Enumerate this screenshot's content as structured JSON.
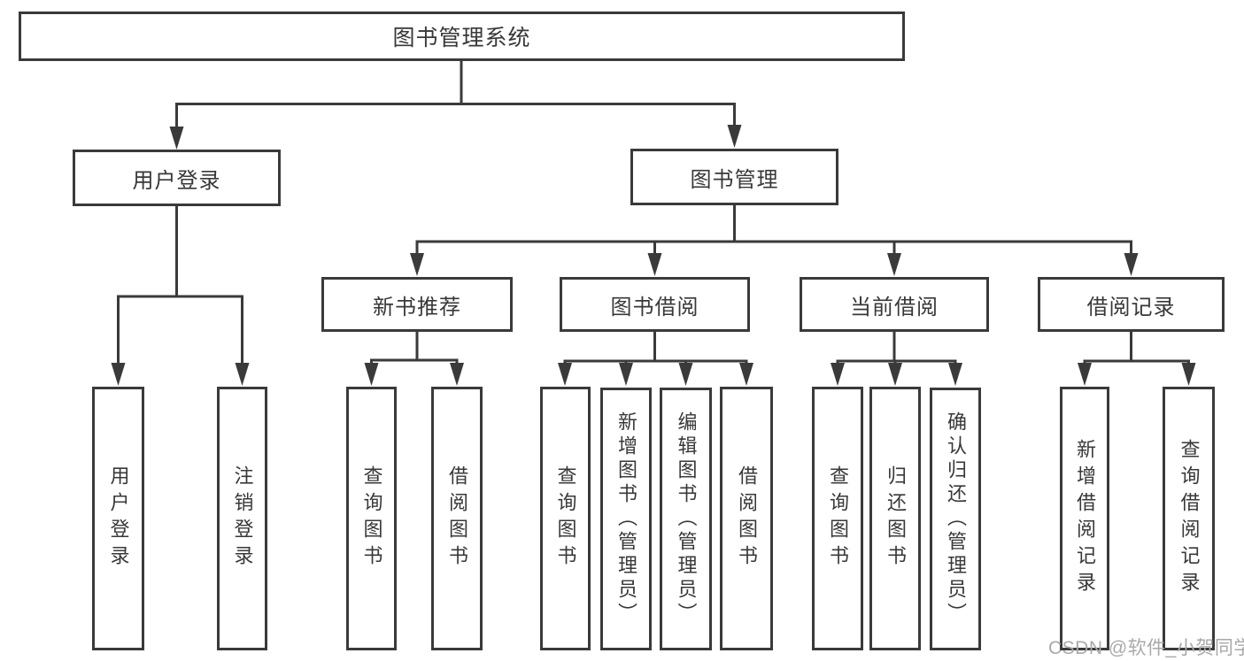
{
  "colors": {
    "background": "#ffffff",
    "line": "#3a3a3a",
    "text": "#383838",
    "watermark_text": "#a9a9a9"
  },
  "diagram_type": "hierarchy-tree",
  "tree": {
    "root": {
      "label": "图书管理系统"
    },
    "level2": [
      {
        "label": "用户登录",
        "children": [
          {
            "label": "用户登录"
          },
          {
            "label": "注销登录"
          }
        ]
      },
      {
        "label": "图书管理",
        "sections": [
          {
            "label": "新书推荐",
            "children": [
              {
                "label": "查询图书"
              },
              {
                "label": "借阅图书"
              }
            ]
          },
          {
            "label": "图书借阅",
            "children": [
              {
                "label": "查询图书"
              },
              {
                "label": "新增图书（管理员）"
              },
              {
                "label": "编辑图书（管理员）"
              },
              {
                "label": "借阅图书"
              }
            ]
          },
          {
            "label": "当前借阅",
            "children": [
              {
                "label": "查询图书"
              },
              {
                "label": "归还图书"
              },
              {
                "label": "确认归还（管理员）"
              }
            ]
          },
          {
            "label": "借阅记录",
            "children": [
              {
                "label": "新增借阅记录"
              },
              {
                "label": "查询借阅记录"
              }
            ]
          }
        ]
      }
    ]
  },
  "watermark": {
    "text": "CSDN @软件_小贺同学"
  }
}
